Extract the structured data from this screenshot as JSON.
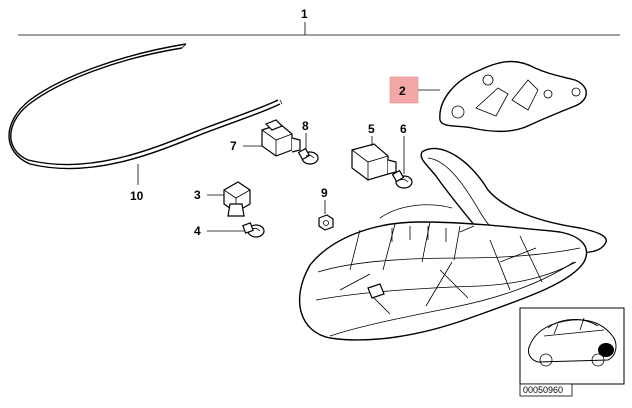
{
  "diagram": {
    "callouts": {
      "c1": "1",
      "c2": "2",
      "c3": "3",
      "c4": "4",
      "c5": "5",
      "c6": "6",
      "c7": "7",
      "c8": "8",
      "c9": "9",
      "c10": "10"
    },
    "highlight_color": "#f4a7a7",
    "thumbnail": {
      "code": "00050960"
    }
  }
}
